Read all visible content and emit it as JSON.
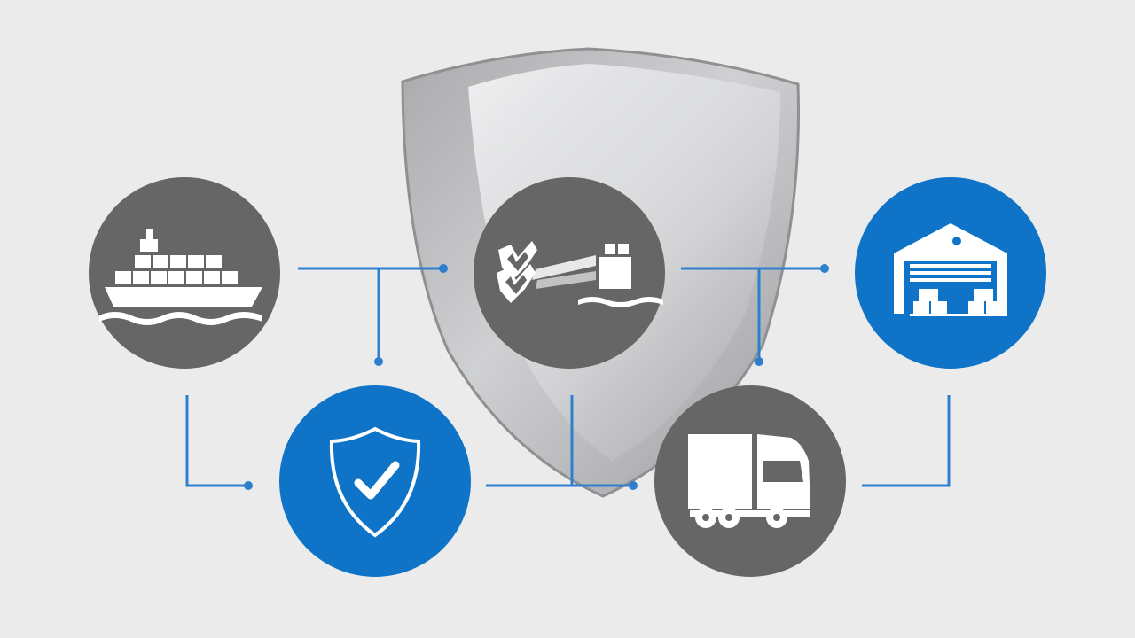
{
  "colors": {
    "background": "#ebebeb",
    "connector": "#2f7fcf",
    "node_gray": "#666666",
    "node_blue": "#0f74c7",
    "icon_white": "#ffffff",
    "shield_light": "#e3e4e6",
    "shield_dark": "#8e8f91"
  },
  "nodes": [
    {
      "id": "ship",
      "fill": "node_gray",
      "icon": "cargo-ship-icon"
    },
    {
      "id": "verification",
      "fill": "node_blue",
      "icon": "shield-check-icon"
    },
    {
      "id": "inspection",
      "fill": "node_gray",
      "icon": "inspection-scan-icon"
    },
    {
      "id": "truck",
      "fill": "node_gray",
      "icon": "truck-icon"
    },
    {
      "id": "warehouse",
      "fill": "node_blue",
      "icon": "warehouse-icon"
    }
  ],
  "connections": [
    {
      "from": "ship",
      "to": "inspection"
    },
    {
      "from": "ship",
      "to": "verification"
    },
    {
      "from": "verification",
      "to": "truck"
    },
    {
      "from": "inspection",
      "to": "warehouse"
    },
    {
      "from": "inspection",
      "to": "truck"
    },
    {
      "from": "truck",
      "to": "warehouse"
    }
  ]
}
